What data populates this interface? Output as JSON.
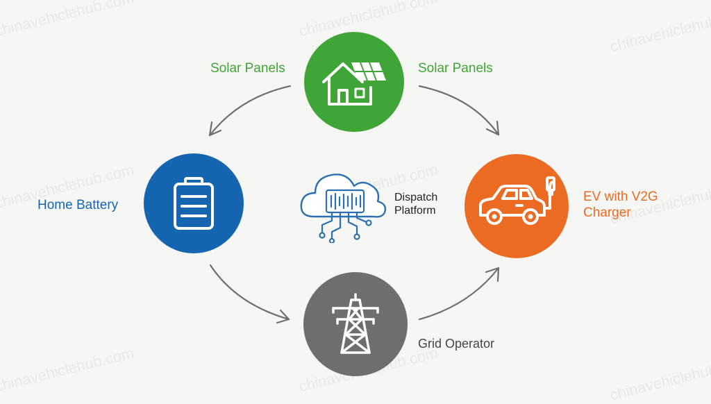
{
  "watermark": "chinavehiclehub.com",
  "colors": {
    "solar": "#3ea536",
    "battery": "#1565b0",
    "ev": "#ec6b22",
    "grid": "#6e6e6e",
    "dispatch": "#2a6fb0",
    "arrow": "#6e6e6e",
    "label_grid": "#444444",
    "label_dispatch": "#222222"
  },
  "nodes": {
    "solar": {
      "label_left": "Solar Panels",
      "label_right": "Solar Panels",
      "icon": "house-with-solar-panels-icon"
    },
    "battery": {
      "label": "Home Battery",
      "icon": "battery-icon"
    },
    "ev": {
      "label": "EV with V2G Charger",
      "icon": "car-with-charger-icon"
    },
    "grid": {
      "label": "Grid Operator",
      "icon": "transmission-tower-icon"
    },
    "dispatch": {
      "label": "Dispatch Platform",
      "icon": "cloud-circuit-icon"
    }
  }
}
